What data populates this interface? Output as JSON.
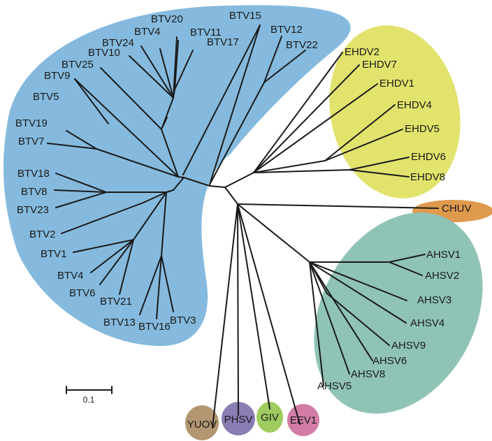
{
  "figure": {
    "type": "unrooted phylogenetic tree",
    "scale_bar": {
      "label": "0.1",
      "value": 0.1
    }
  },
  "clades": [
    {
      "id": "btv",
      "name": "BTV",
      "color": "#85bade",
      "tips": [
        "BTV20",
        "BTV4",
        "BTV24",
        "BTV11",
        "BTV17",
        "BTV10",
        "BTV25",
        "BTV9",
        "BTV5",
        "BTV19",
        "BTV7",
        "BTV15",
        "BTV12",
        "BTV22",
        "BTV18",
        "BTV8",
        "BTV23",
        "BTV2",
        "BTV1",
        "BTV4",
        "BTV6",
        "BTV21",
        "BTV13",
        "BTV16",
        "BTV3"
      ]
    },
    {
      "id": "ehdv",
      "name": "EHDV",
      "color": "#e2e36c",
      "tips": [
        "EHDV2",
        "EHDV7",
        "EHDV1",
        "EHDV4",
        "EHDV5",
        "EHDV6",
        "EHDV8"
      ]
    },
    {
      "id": "chuv",
      "name": "CHUV",
      "color": "#df9a4e",
      "tips": [
        "CHUV"
      ]
    },
    {
      "id": "ahsv",
      "name": "AHSV",
      "color": "#8fc3b6",
      "tips": [
        "AHSV1",
        "AHSV2",
        "AHSV3",
        "AHSV4",
        "AHSV9",
        "AHSV6",
        "AHSV8",
        "AHSV5"
      ]
    },
    {
      "id": "yuov",
      "name": "YUOV",
      "color": "#b39672",
      "tips": [
        "YUOV"
      ]
    },
    {
      "id": "phsv",
      "name": "PHSV",
      "color": "#8a7db3",
      "tips": [
        "PHSV"
      ]
    },
    {
      "id": "giv",
      "name": "GIV",
      "color": "#9fcb5f",
      "tips": [
        "GIV"
      ]
    },
    {
      "id": "eev1",
      "name": "EEV1",
      "color": "#d27ca6",
      "tips": [
        "EEV1"
      ]
    }
  ],
  "labels": {
    "BTV20": "BTV20",
    "BTV4a": "BTV4",
    "BTV24": "BTV24",
    "BTV11": "BTV11",
    "BTV17": "BTV17",
    "BTV10": "BTV10",
    "BTV25": "BTV25",
    "BTV9": "BTV9",
    "BTV5": "BTV5",
    "BTV19": "BTV19",
    "BTV7": "BTV7",
    "BTV15": "BTV15",
    "BTV12": "BTV12",
    "BTV22": "BTV22",
    "BTV18": "BTV18",
    "BTV8": "BTV8",
    "BTV23": "BTV23",
    "BTV2": "BTV2",
    "BTV1": "BTV1",
    "BTV4b": "BTV4",
    "BTV6": "BTV6",
    "BTV21": "BTV21",
    "BTV13": "BTV13",
    "BTV16": "BTV16",
    "BTV3": "BTV3",
    "EHDV2": "EHDV2",
    "EHDV7": "EHDV7",
    "EHDV1": "EHDV1",
    "EHDV4": "EHDV4",
    "EHDV5": "EHDV5",
    "EHDV6": "EHDV6",
    "EHDV8": "EHDV8",
    "CHUV": "CHUV",
    "AHSV1": "AHSV1",
    "AHSV2": "AHSV2",
    "AHSV3": "AHSV3",
    "AHSV4": "AHSV4",
    "AHSV9": "AHSV9",
    "AHSV6": "AHSV6",
    "AHSV8": "AHSV8",
    "AHSV5": "AHSV5",
    "YUOV": "YUOV",
    "PHSV": "PHSV",
    "GIV": "GIV",
    "EEV1": "EEV1"
  }
}
